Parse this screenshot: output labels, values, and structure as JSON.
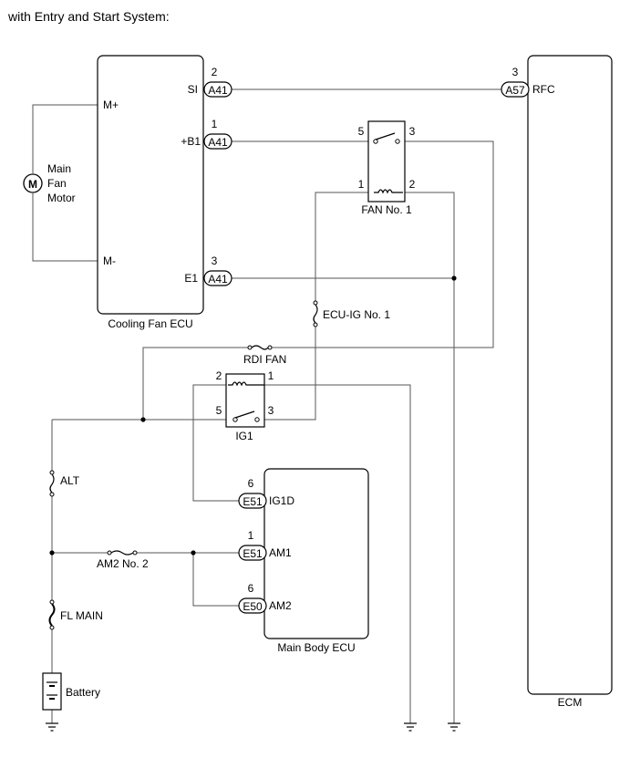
{
  "header": {
    "title": "with Entry and Start System:"
  },
  "components": {
    "cooling_fan_ecu": "Cooling Fan ECU",
    "ecm": "ECM",
    "main_body_ecu": "Main Body ECU",
    "fan_relay": "FAN No. 1",
    "ig1_relay": "IG1",
    "battery": "Battery",
    "motor": {
      "symbol": "M",
      "line1": "Main",
      "line2": "Fan",
      "line3": "Motor"
    }
  },
  "fuses": {
    "ecu_ig": "ECU-IG No. 1",
    "rdi_fan": "RDI FAN",
    "alt": "ALT",
    "am2": "AM2 No. 2",
    "fl_main": "FL MAIN"
  },
  "terminals": {
    "m_plus": "M+",
    "m_minus": "M-",
    "si": "SI",
    "b1": "+B1",
    "e1": "E1",
    "rfc": "RFC",
    "ig1d": "IG1D",
    "am1": "AM1",
    "am2": "AM2"
  },
  "connectors": {
    "a41_si": "A41",
    "a41_b1": "A41",
    "a41_e1": "A41",
    "a57": "A57",
    "e51_ig1d": "E51",
    "e51_am1": "E51",
    "e50": "E50"
  },
  "pins": {
    "a41_si": "2",
    "a41_b1": "1",
    "a41_e1": "3",
    "a57": "3",
    "e51_ig1d": "6",
    "e51_am1": "1",
    "e50": "6",
    "fan_5": "5",
    "fan_3": "3",
    "fan_1": "1",
    "fan_2": "2",
    "ig1_2": "2",
    "ig1_1": "1",
    "ig1_5": "5",
    "ig1_3": "3"
  }
}
